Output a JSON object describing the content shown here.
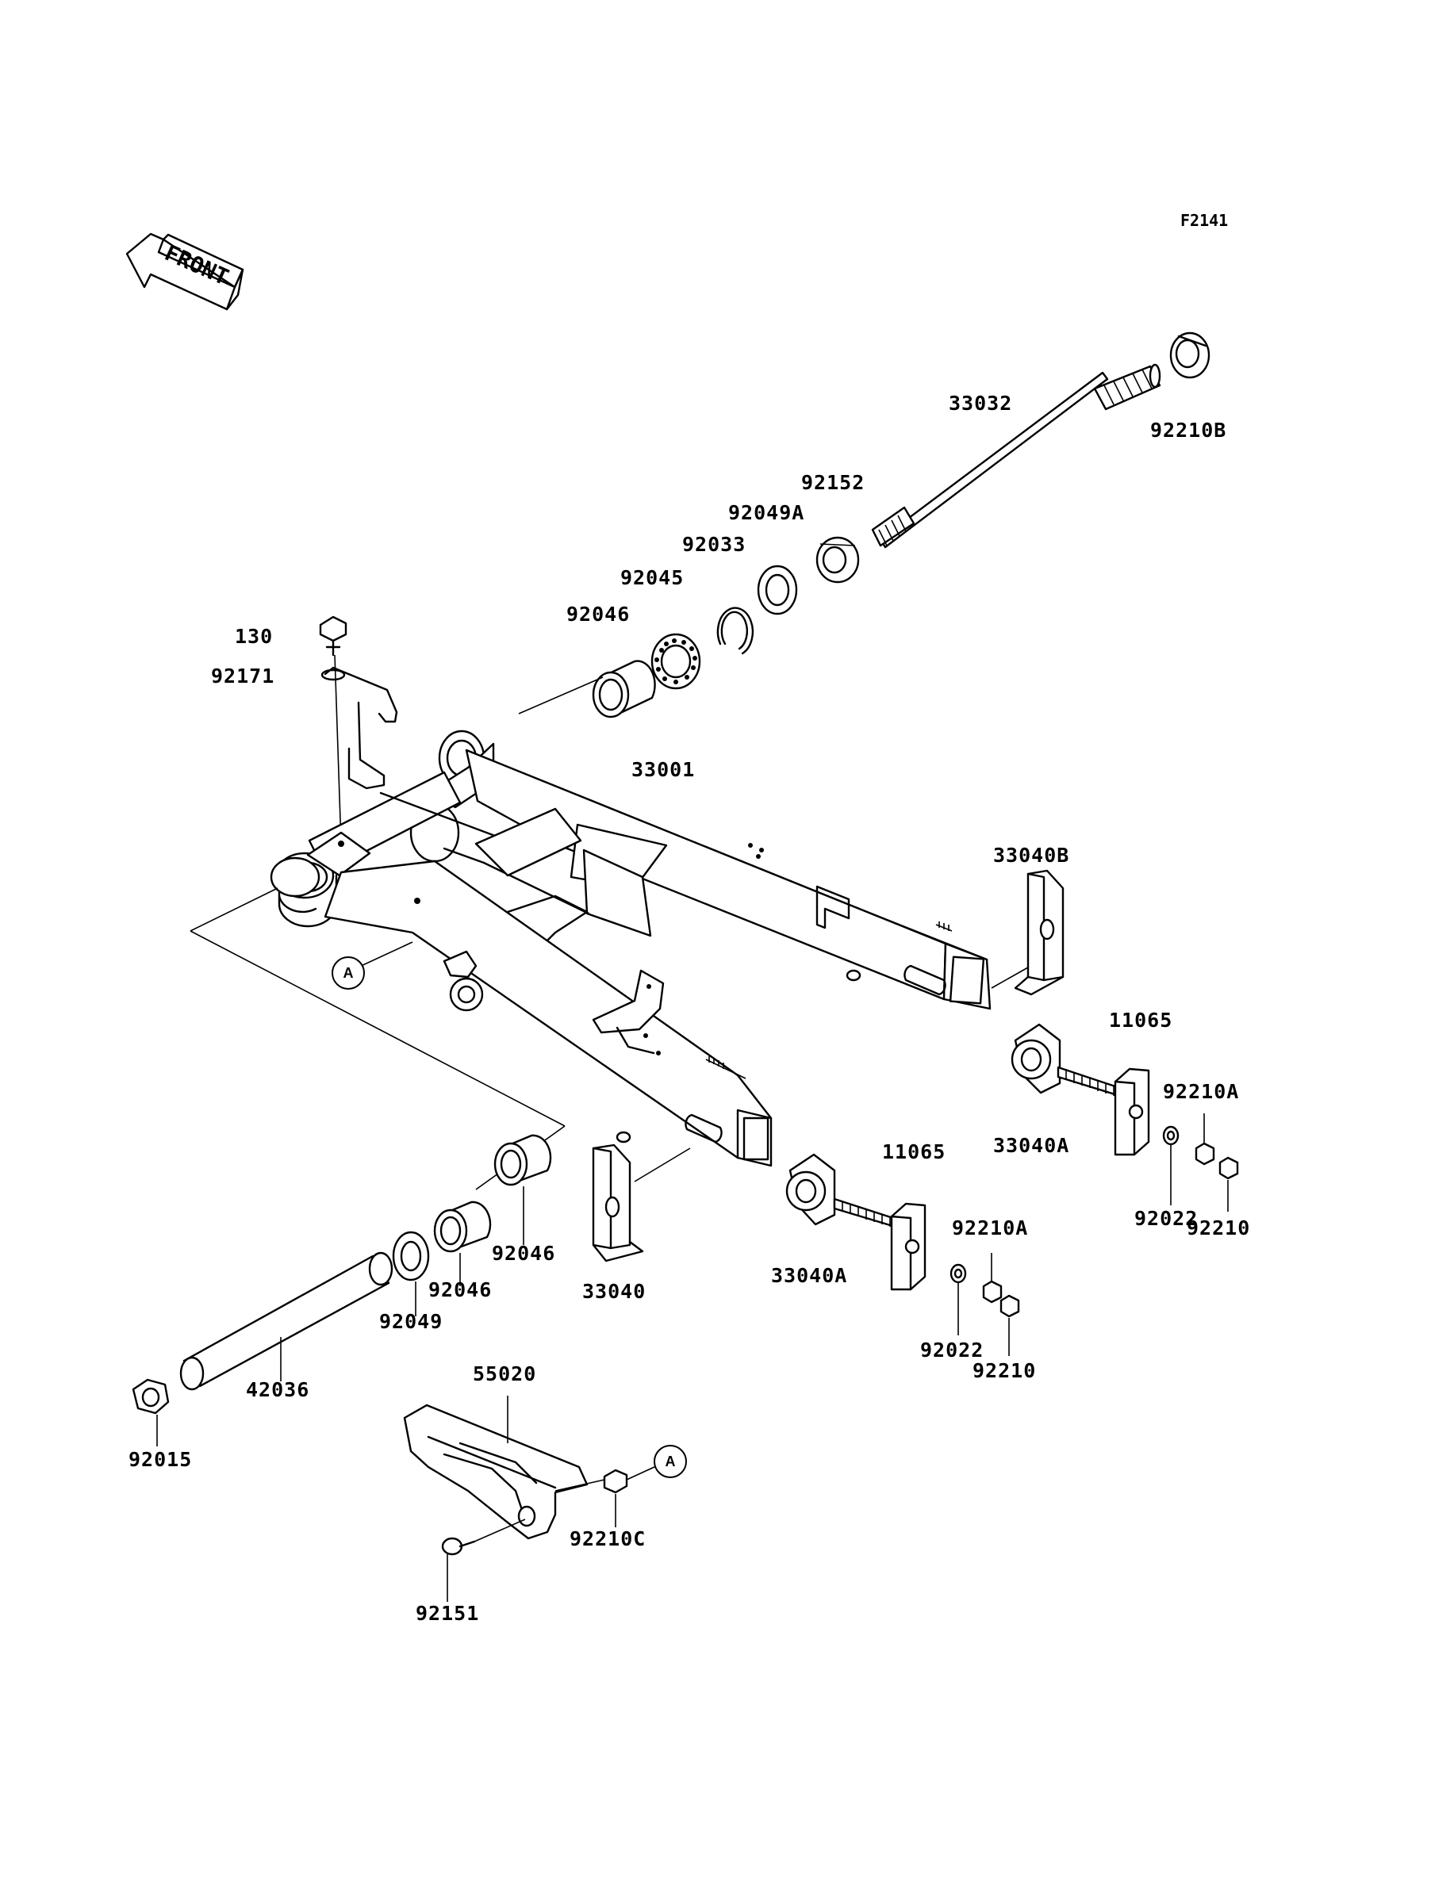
{
  "figure_code": "F2141",
  "direction_arrow": {
    "text": "FRONT"
  },
  "reference_markers": {
    "a1": "A",
    "a2": "A"
  },
  "parts": {
    "p33032": "33032",
    "p92210B": "92210B",
    "p92152": "92152",
    "p92049A": "92049A",
    "p92033": "92033",
    "p92045": "92045",
    "p92046_top": "92046",
    "p130": "130",
    "p92171": "92171",
    "p33001": "33001",
    "p33040B": "33040B",
    "p11065_right": "11065",
    "p92210A_right": "92210A",
    "p33040A_right": "33040A",
    "p92022_right": "92022",
    "p92210_right": "92210",
    "p11065_mid": "11065",
    "p92210A_mid": "92210A",
    "p33040A_mid": "33040A",
    "p92022_mid": "92022",
    "p92210_mid": "92210",
    "p33040": "33040",
    "p92046_a": "92046",
    "p92046_b": "92046",
    "p92049": "92049",
    "p42036": "42036",
    "p92015": "92015",
    "p55020": "55020",
    "p92210C": "92210C",
    "p92151": "92151"
  }
}
